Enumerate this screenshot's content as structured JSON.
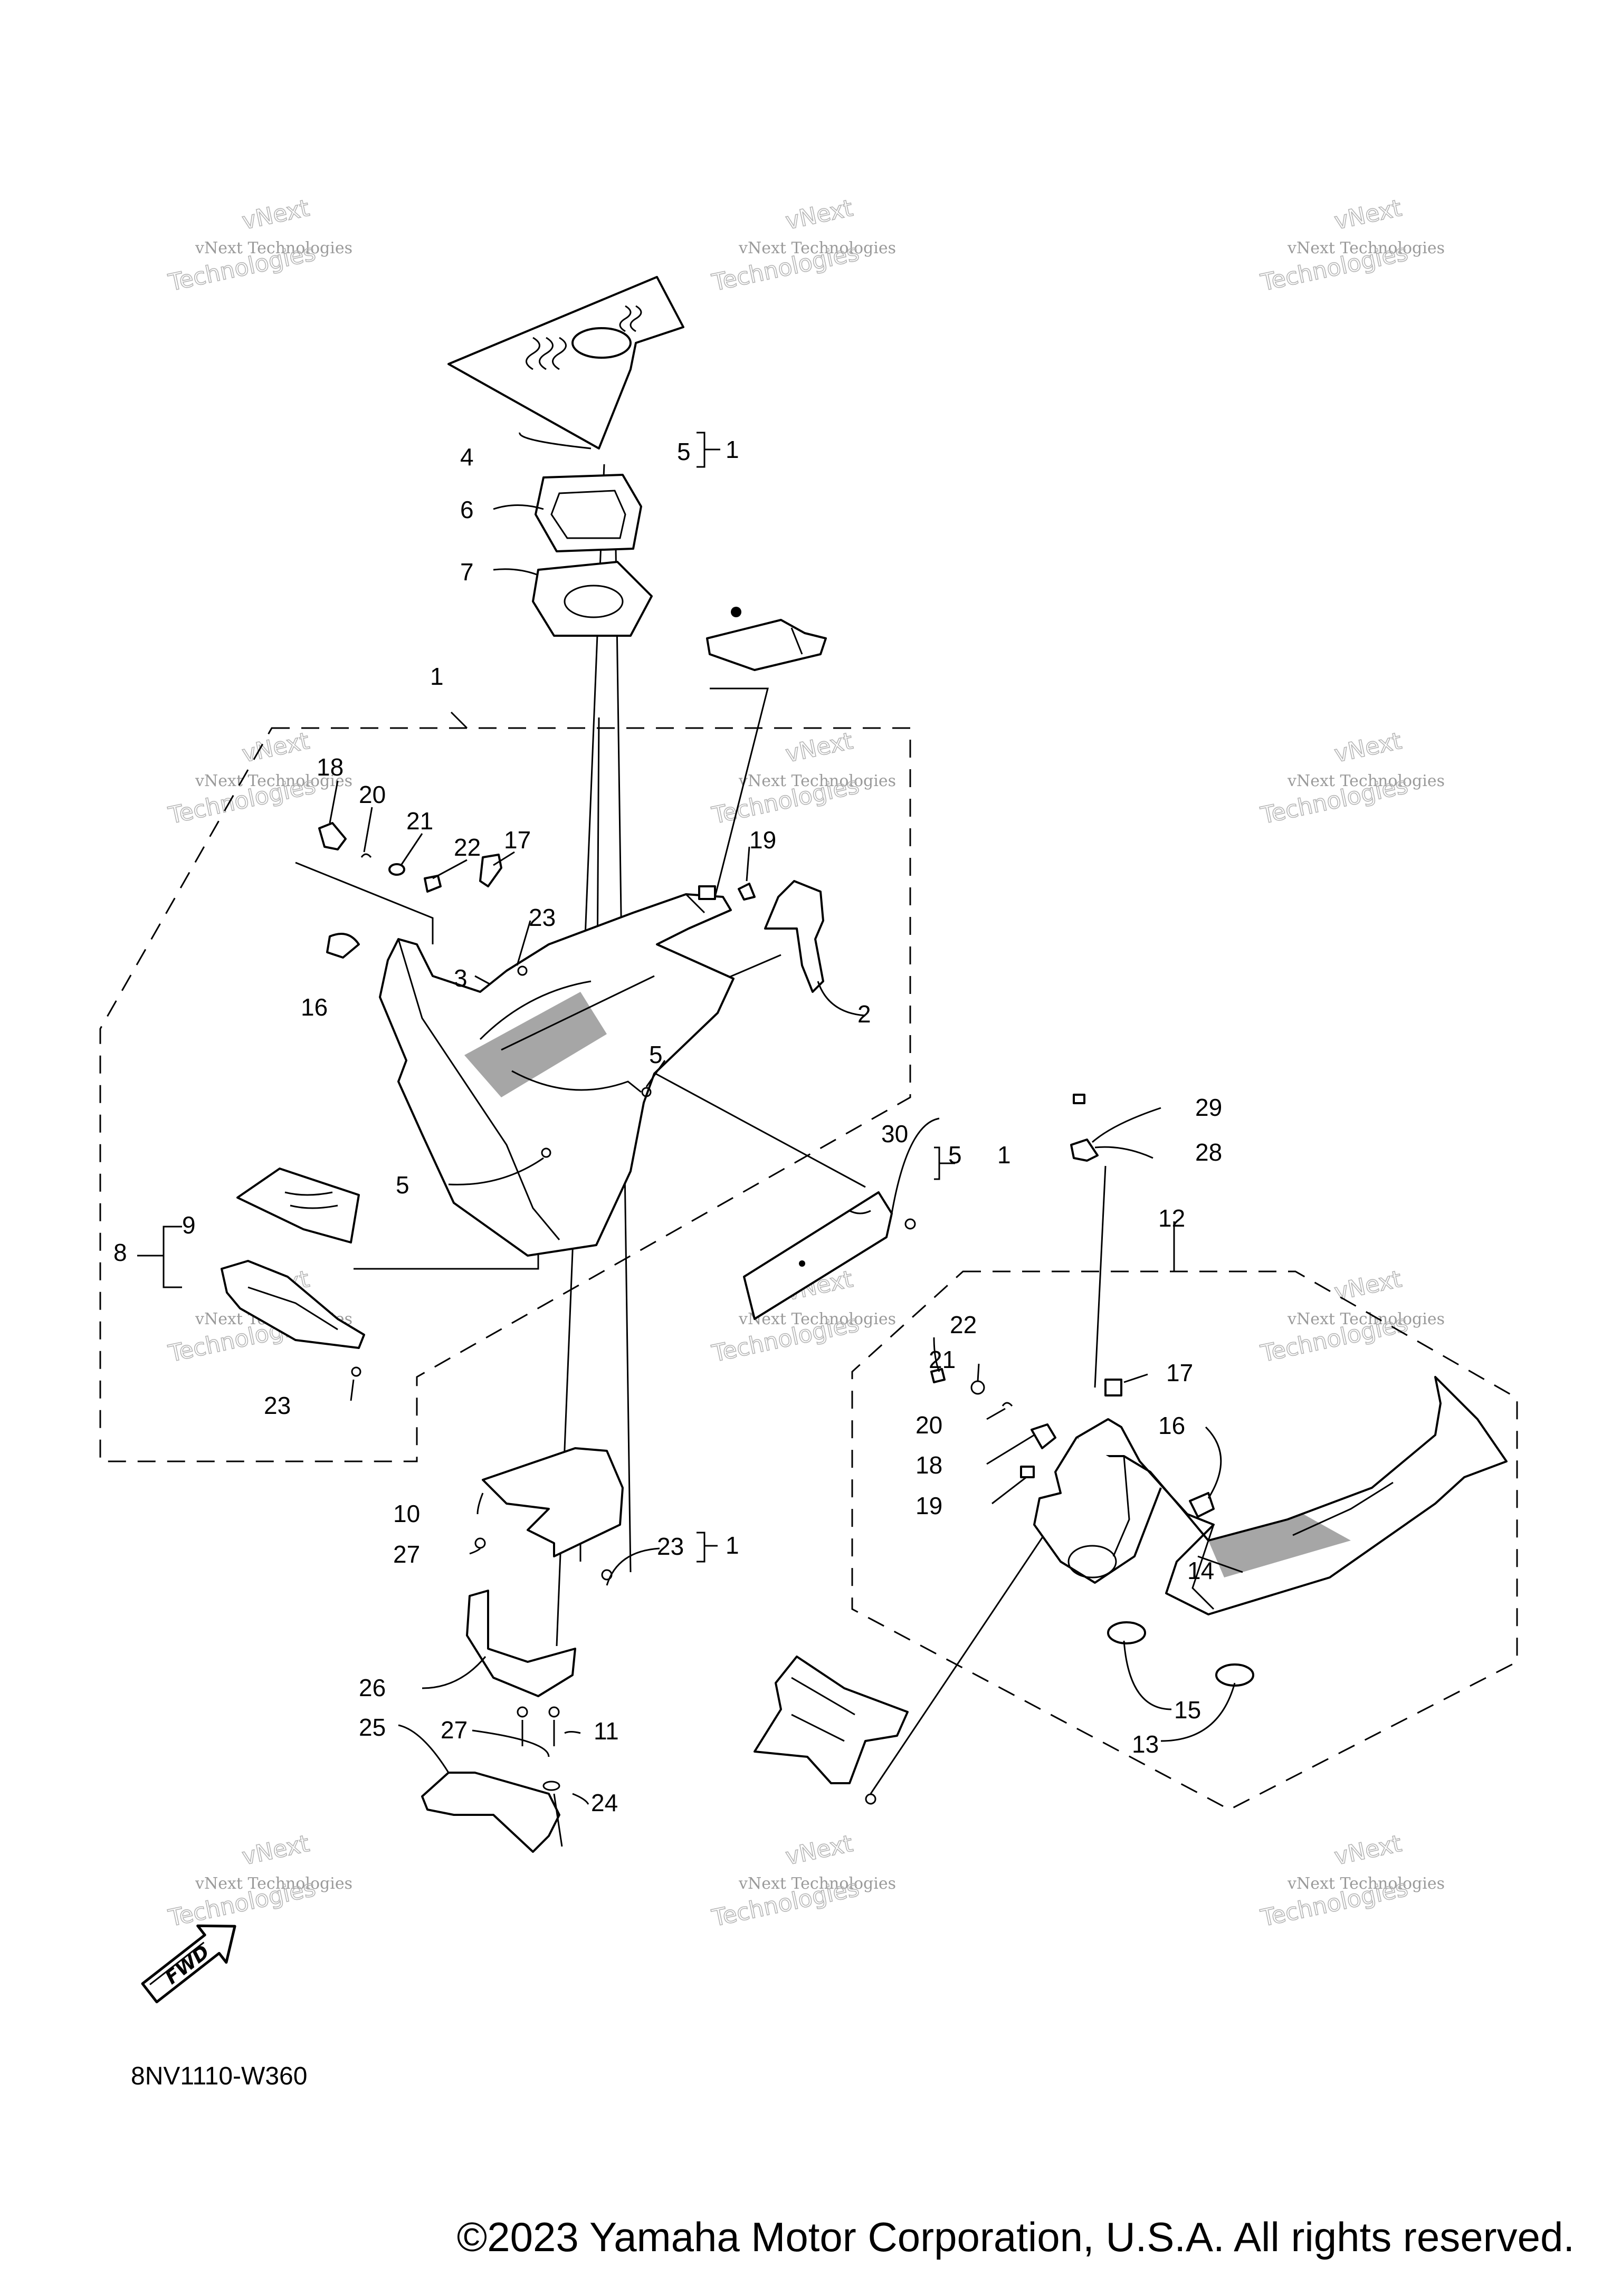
{
  "diagram_code": "8NV1110-W360",
  "copyright": "©2023 Yamaha Motor Corporation, U.S.A. All rights reserved.",
  "watermark": {
    "line1": "vNext Technologies",
    "line2": "Technologies",
    "badge": "vNext"
  },
  "fwd_label": "FWD",
  "callouts": {
    "c1a": "1",
    "c1b": "1",
    "c1c": "1",
    "c1d": "1",
    "c2": "2",
    "c3": "3",
    "c4": "4",
    "c5a": "5",
    "c5b": "5",
    "c5c": "5",
    "c5d": "5",
    "c6": "6",
    "c7": "7",
    "c8": "8",
    "c9": "9",
    "c10": "10",
    "c11": "11",
    "c12": "12",
    "c13": "13",
    "c14": "14",
    "c15": "15",
    "c16a": "16",
    "c16b": "16",
    "c17a": "17",
    "c17b": "17",
    "c18a": "18",
    "c18b": "18",
    "c19a": "19",
    "c19b": "19",
    "c20a": "20",
    "c20b": "20",
    "c21a": "21",
    "c21b": "21",
    "c22a": "22",
    "c22b": "22",
    "c23a": "23",
    "c23b": "23",
    "c23c": "23",
    "c24": "24",
    "c25": "25",
    "c26": "26",
    "c27a": "27",
    "c27b": "27",
    "c28": "28",
    "c29": "29",
    "c30": "30"
  }
}
